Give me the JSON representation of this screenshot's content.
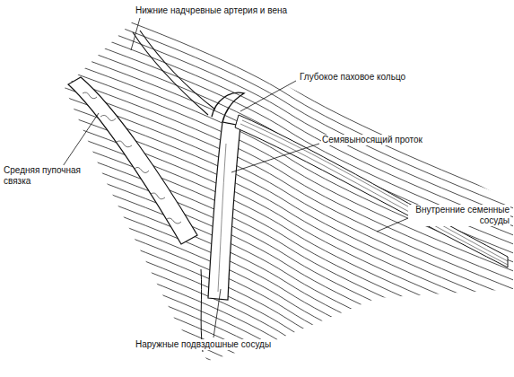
{
  "diagram": {
    "labels": [
      "Нижние надчревные артерия и вена",
      "Глубокое паховое кольцо",
      "Семявыносящий проток",
      "Внутренние семенные сосуды",
      "Средняя пупочная связка",
      "Наружные подвздошные сосуды"
    ]
  }
}
